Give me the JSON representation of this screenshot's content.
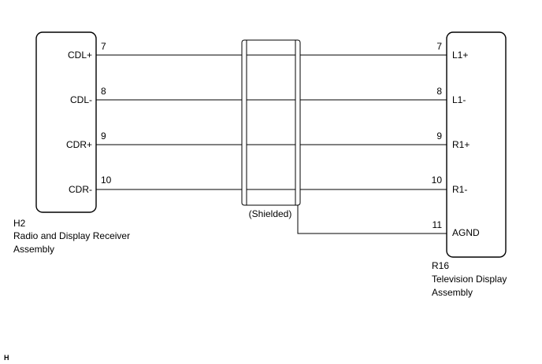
{
  "left_connector": {
    "code": "H2",
    "name_line1": "Radio and Display Receiver",
    "name_line2": "Assembly"
  },
  "right_connector": {
    "code": "R16",
    "name_line1": "Television Display",
    "name_line2": "Assembly"
  },
  "wires": [
    {
      "left_label": "CDL+",
      "left_pin": "7",
      "right_pin": "7",
      "right_label": "L1+"
    },
    {
      "left_label": "CDL-",
      "left_pin": "8",
      "right_pin": "8",
      "right_label": "L1-"
    },
    {
      "left_label": "CDR+",
      "left_pin": "9",
      "right_pin": "9",
      "right_label": "R1+"
    },
    {
      "left_label": "CDR-",
      "left_pin": "10",
      "right_pin": "10",
      "right_label": "R1-"
    }
  ],
  "ground": {
    "right_pin": "11",
    "right_label": "AGND"
  },
  "shield": {
    "label": "(Shielded)"
  },
  "footer": {
    "code": "H"
  }
}
